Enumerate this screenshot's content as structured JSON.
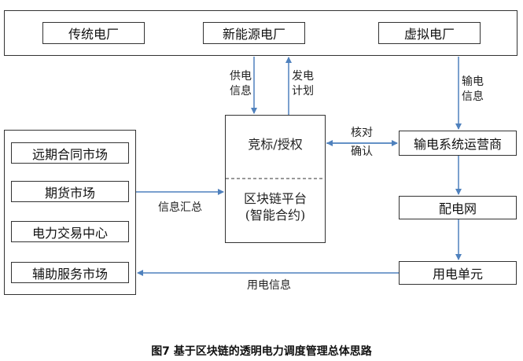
{
  "top_row": {
    "traditional": "传统电厂",
    "renewable": "新能源电厂",
    "virtual": "虚拟电厂"
  },
  "left_group": {
    "items": [
      "远期合同市场",
      "期货市场",
      "电力交易中心",
      "辅助服务市场"
    ]
  },
  "center": {
    "top": "竞标/授权",
    "bottom_line1": "区块链平台",
    "bottom_line2": "(智能合约)"
  },
  "right_chain": {
    "operator": "输电系统运营商",
    "distribution": "配电网",
    "consumer": "用电单元"
  },
  "flow_labels": {
    "supply_info": [
      "供电",
      "信息"
    ],
    "generation_plan": [
      "发电",
      "计划"
    ],
    "transmission_info": [
      "输电",
      "信息"
    ],
    "verify_confirm": [
      "核对",
      "确认"
    ],
    "info_summary": "信息汇总",
    "consumption_info": "用电信息"
  },
  "caption": "图7  基于区块链的透明电力调度管理总体思路",
  "colors": {
    "arrow": "#4f81bd",
    "border": "#333333"
  }
}
